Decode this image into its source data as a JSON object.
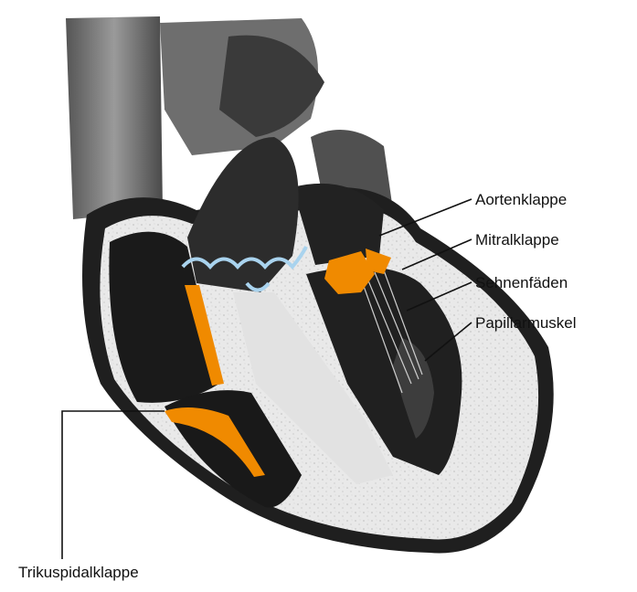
{
  "labels": {
    "aortic_valve": "Aortenklappe",
    "mitral_valve": "Mitralklappe",
    "chordae": "Sehnenfäden",
    "papillary_muscle": "Papillarmuskel",
    "tricuspid_valve": "Trikuspidalklappe"
  },
  "colors": {
    "valve_highlight": "#f08a00",
    "semilunar_valve_outline": "#a9d3ee",
    "muscle_dark": "#2a2a2a",
    "myocardium_light": "#e4e4e4"
  }
}
